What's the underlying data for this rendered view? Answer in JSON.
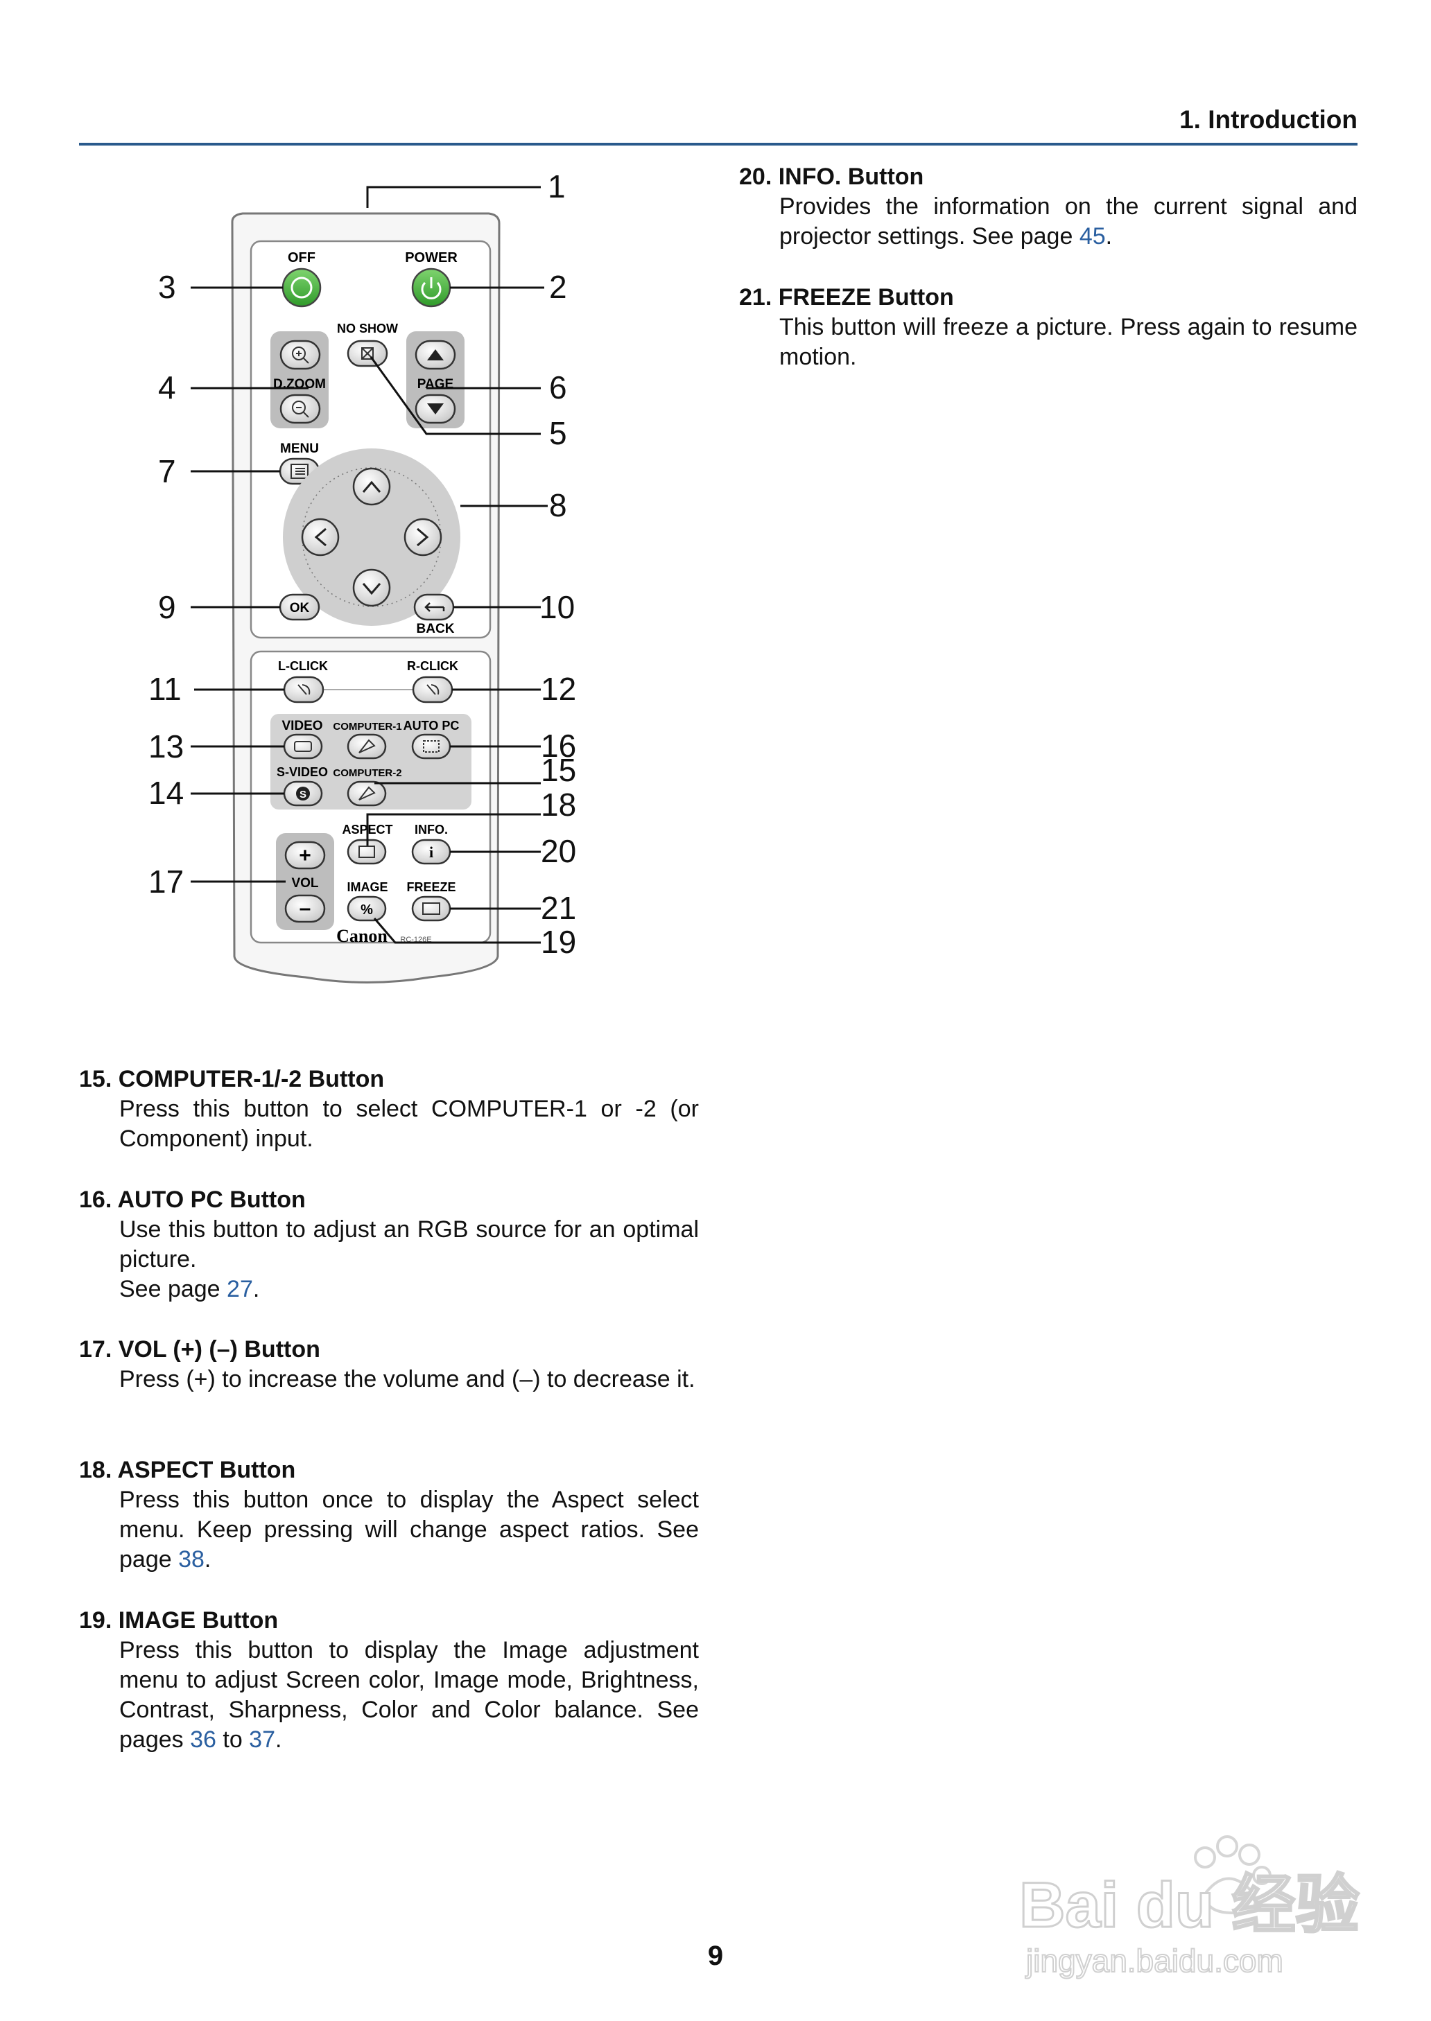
{
  "header": {
    "section_title": "1. Introduction"
  },
  "remote": {
    "labels": {
      "off": "OFF",
      "power": "POWER",
      "no_show": "NO SHOW",
      "d_zoom": "D.ZOOM",
      "page": "PAGE",
      "menu": "MENU",
      "ok": "OK",
      "back": "BACK",
      "l_click": "L-CLICK",
      "r_click": "R-CLICK",
      "video": "VIDEO",
      "computer1": "COMPUTER-1",
      "auto_pc": "AUTO PC",
      "s_video": "S-VIDEO",
      "computer2": "COMPUTER-2",
      "aspect": "ASPECT",
      "info": "INFO.",
      "vol": "VOL",
      "image": "IMAGE",
      "freeze": "FREEZE",
      "brand": "Canon",
      "model": "RC-126E"
    },
    "callouts": [
      "1",
      "2",
      "3",
      "4",
      "5",
      "6",
      "7",
      "8",
      "9",
      "10",
      "11",
      "12",
      "13",
      "14",
      "15",
      "16",
      "17",
      "18",
      "19",
      "20",
      "21"
    ]
  },
  "sections": {
    "s15": {
      "title": "15. COMPUTER-1/-2 Button",
      "body": "Press this button to select COMPUTER-1 or -2 (or Component) input."
    },
    "s16": {
      "title": "16. AUTO PC Button",
      "body": "Use this button to adjust an RGB source for an optimal picture.",
      "see_prefix": "See page ",
      "page": "27",
      "suffix": "."
    },
    "s17": {
      "title": "17. VOL (+) (–) Button",
      "body": "Press (+) to increase the volume and (–) to decrease it."
    },
    "s18": {
      "title": "18. ASPECT Button",
      "body": "Press this button once to display the Aspect select menu. Keep pressing will change aspect ratios. See page ",
      "page": "38",
      "suffix": "."
    },
    "s19": {
      "title": "19. IMAGE Button",
      "body": "Press this button to display the Image adjustment menu to adjust Screen color, Image mode, Brightness, Contrast, Sharpness, Color and Color balance. See pages ",
      "page1": "36",
      "middle": " to ",
      "page2": "37",
      "suffix": "."
    },
    "s20": {
      "title": "20. INFO. Button",
      "body": "Provides the information on the current signal and projector settings. See page ",
      "page": "45",
      "suffix": "."
    },
    "s21": {
      "title": "21. FREEZE Button",
      "body": "This button will freeze a picture. Press again to resume motion."
    }
  },
  "page_number": "9",
  "watermark": {
    "brand": "Bai du 经验",
    "url": "jingyan.baidu.com"
  }
}
